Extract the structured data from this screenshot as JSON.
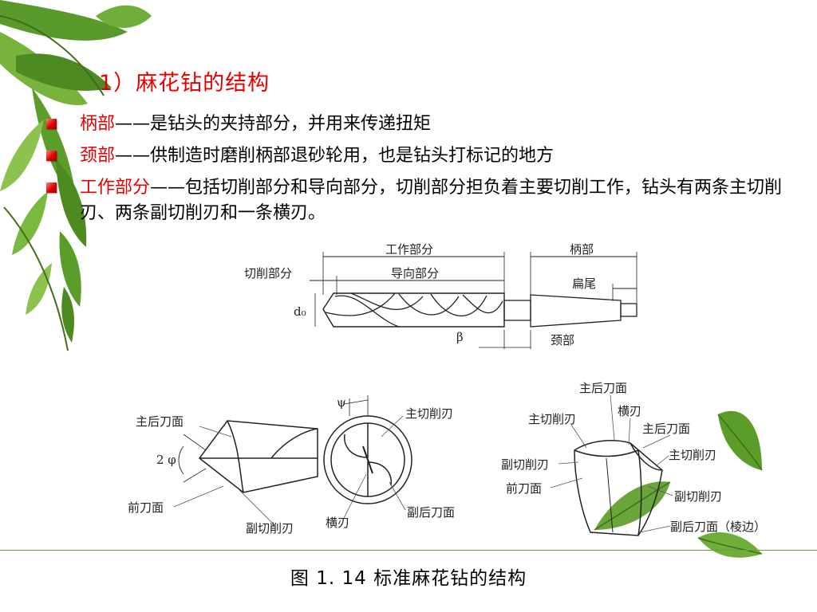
{
  "title": "1）麻花钻的结构",
  "bullets": [
    {
      "term": "柄部",
      "text": "——是钻头的夹持部分，并用来传递扭矩"
    },
    {
      "term": "颈部",
      "text": "——供制造时磨削柄部退砂轮用，也是钻头打标记的地方"
    },
    {
      "term": "工作部分",
      "text": "——包括切削部分和导向部分，切削部分担负着主要切削工作，钻头有两条主切削刃、两条副切削刃和一条横刃。"
    }
  ],
  "drill_labels": {
    "work_part": "工作部分",
    "shank": "柄部",
    "cutting_part": "切削部分",
    "guide_part": "导向部分",
    "tang": "扁尾",
    "diameter": "d₀",
    "beta": "β",
    "neck": "颈部"
  },
  "tip_labels": {
    "main_flank": "主后刀面",
    "two_phi": "2 φ",
    "rake_face": "前刀面",
    "minor_cutting_edge": "副切削刃",
    "psi": "ψ",
    "main_cutting_edge": "主切削刃",
    "chisel_edge": "横刃",
    "minor_flank": "副后刀面"
  },
  "tip3d_labels": {
    "main_flank_top": "主后刀面",
    "main_cutting_edge_left": "主切削刃",
    "chisel_edge": "横刃",
    "main_flank_right": "主后刀面",
    "main_cutting_edge_right": "主切削刃",
    "minor_cutting_edge_left": "副切削刃",
    "rake_face": "前刀面",
    "minor_cutting_edge_right": "副切削刃",
    "minor_flank_edge": "副后刀面（棱边）"
  },
  "caption": "图  1. 14  标准麻花钻的结构"
}
